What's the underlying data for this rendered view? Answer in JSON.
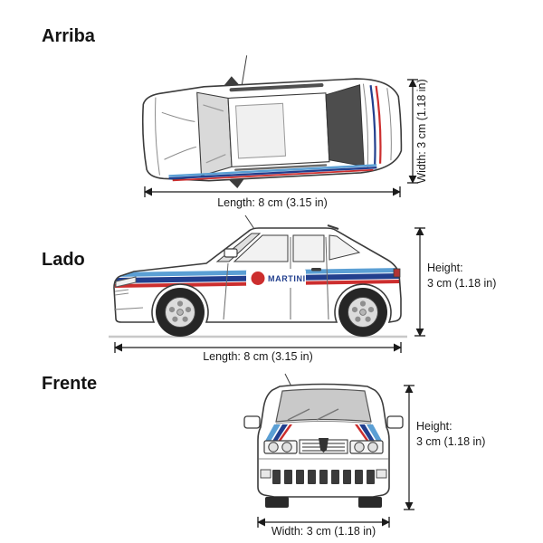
{
  "labels": {
    "top_view": "Arriba",
    "side_view": "Lado",
    "front_view": "Frente"
  },
  "dims": {
    "top": {
      "length": "Length: 8 cm (3.15 in)",
      "width": "Width: 3 cm (1.18 in)"
    },
    "side": {
      "length": "Length: 8 cm (3.15 in)",
      "height_label": "Height:",
      "height_value": "3 cm (1.18 in)"
    },
    "front": {
      "width": "Width: 3 cm (1.18 in)",
      "height_label": "Height:",
      "height_value": "3 cm (1.18 in)"
    }
  },
  "car": {
    "livery_text": "MARTINI"
  },
  "colors": {
    "outline": "#3c3c3c",
    "stripe_light_blue": "#5b9fd4",
    "stripe_dark_blue": "#223f8e",
    "stripe_red": "#cc2e2e",
    "glass_dark": "#4d4d4d"
  }
}
